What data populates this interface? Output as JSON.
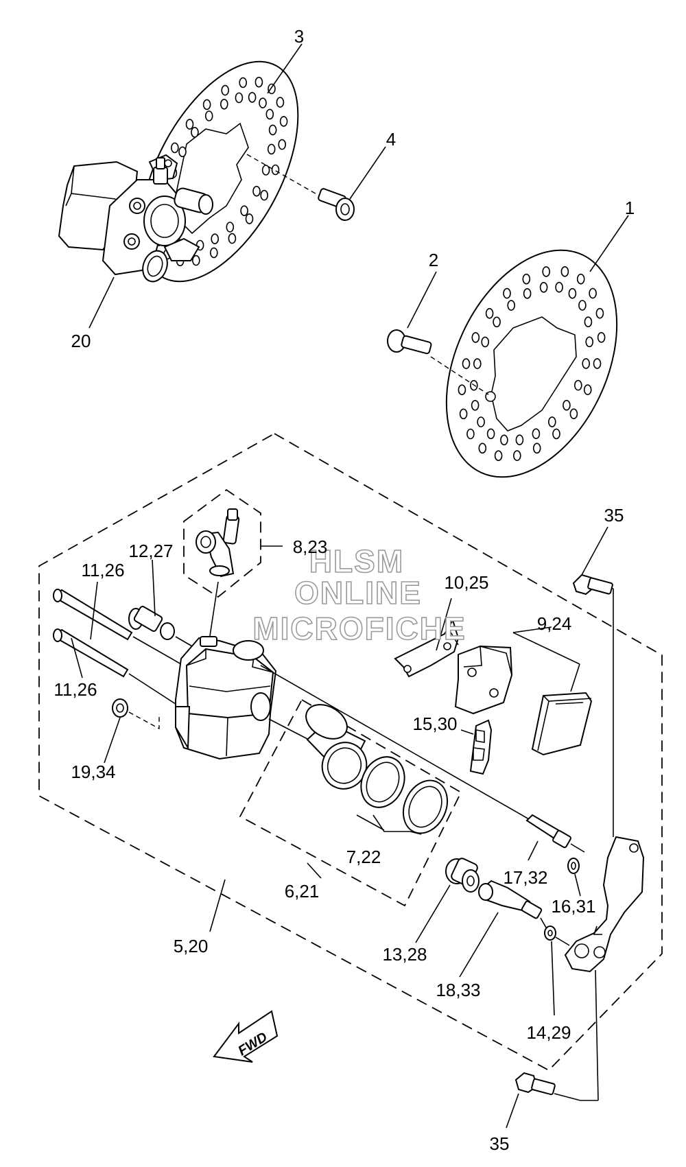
{
  "callouts": {
    "c1": "1",
    "c2": "2",
    "c3": "3",
    "c4": "4",
    "c20": "20",
    "c35a": "35",
    "c35b": "35",
    "c8_23": "8,23",
    "c12_27": "12,27",
    "c11_26a": "11,26",
    "c11_26b": "11,26",
    "c10_25": "10,25",
    "c9_24": "9,24",
    "c15_30": "15,30",
    "c19_34": "19,34",
    "c7_22": "7,22",
    "c17_32": "17,32",
    "c16_31": "16,31",
    "c6_21": "6,21",
    "c5_20": "5,20",
    "c13_28": "13,28",
    "c18_33": "18,33",
    "c14_29": "14,29"
  },
  "watermark": {
    "line1": "HLSM",
    "line2": "ONLINE",
    "line3": "MICROFICHE"
  },
  "direction_arrow": {
    "label": "FWD"
  }
}
